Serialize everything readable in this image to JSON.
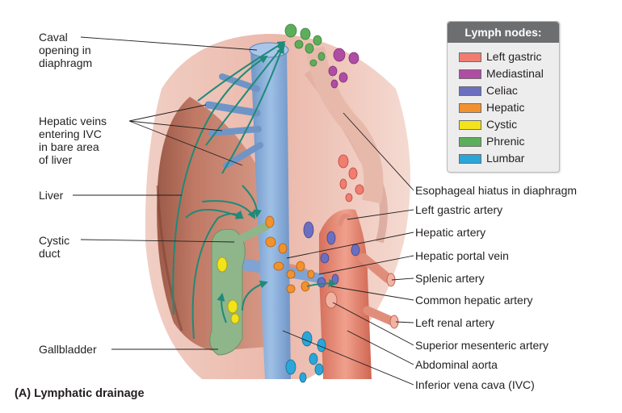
{
  "caption": "(A) Lymphatic drainage",
  "legend": {
    "title": "Lymph nodes:",
    "items": [
      {
        "label": "Left gastric",
        "color": "#f07d70"
      },
      {
        "label": "Mediastinal",
        "color": "#b04da3"
      },
      {
        "label": "Celiac",
        "color": "#6b6fc0"
      },
      {
        "label": "Hepatic",
        "color": "#f2922e"
      },
      {
        "label": "Cystic",
        "color": "#f2e31a"
      },
      {
        "label": "Phrenic",
        "color": "#5dae5a"
      },
      {
        "label": "Lumbar",
        "color": "#2ba6d8"
      }
    ]
  },
  "labels_left": {
    "caval_opening": "Caval\nopening in\ndiaphragm",
    "hepatic_veins": "Hepatic veins\nentering IVC\nin bare area\nof liver",
    "liver": "Liver",
    "cystic_duct": "Cystic\nduct",
    "gallbladder": "Gallbladder"
  },
  "labels_right": {
    "esophageal_hiatus": "Esophageal hiatus in diaphragm",
    "left_gastric_artery": "Left gastric artery",
    "hepatic_artery": "Hepatic artery",
    "hepatic_portal_vein": "Hepatic portal vein",
    "splenic_artery": "Splenic artery",
    "common_hepatic_artery": "Common hepatic artery",
    "left_renal_artery": "Left renal artery",
    "superior_mesenteric_artery": "Superior mesenteric artery",
    "abdominal_aorta": "Abdominal aorta",
    "ivc": "Inferior vena cava (IVC)"
  }
}
